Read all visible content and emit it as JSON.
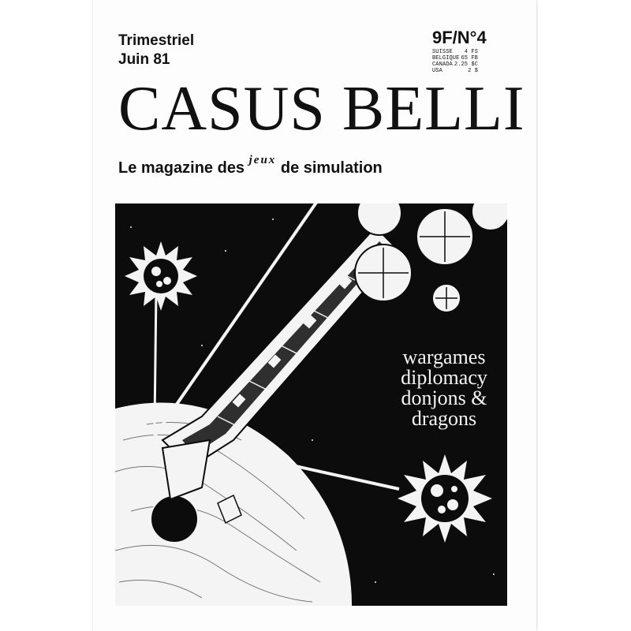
{
  "header": {
    "periodicity": "Trimestriel",
    "date": "Juin 81",
    "price_issue": "9F/N°4",
    "prices": [
      {
        "country": "SUISSE",
        "price": "4 FS"
      },
      {
        "country": "BELGIQUE",
        "price": "65 FB"
      },
      {
        "country": "CANADA",
        "price": "2.25 $C"
      },
      {
        "country": "USA",
        "price": "2 $"
      }
    ]
  },
  "masthead": {
    "title": "CASUS BELLI"
  },
  "subtitle": {
    "before": "Le magazine des",
    "jeux": "jeux",
    "after": "de simulation"
  },
  "features": [
    "wargames",
    "diplomacy",
    "donjons &",
    "dragons"
  ],
  "artwork": {
    "subject": "space-battle-illustration",
    "colors": {
      "ink": "#0c0c0c",
      "paper": "#f4f4f4"
    }
  }
}
